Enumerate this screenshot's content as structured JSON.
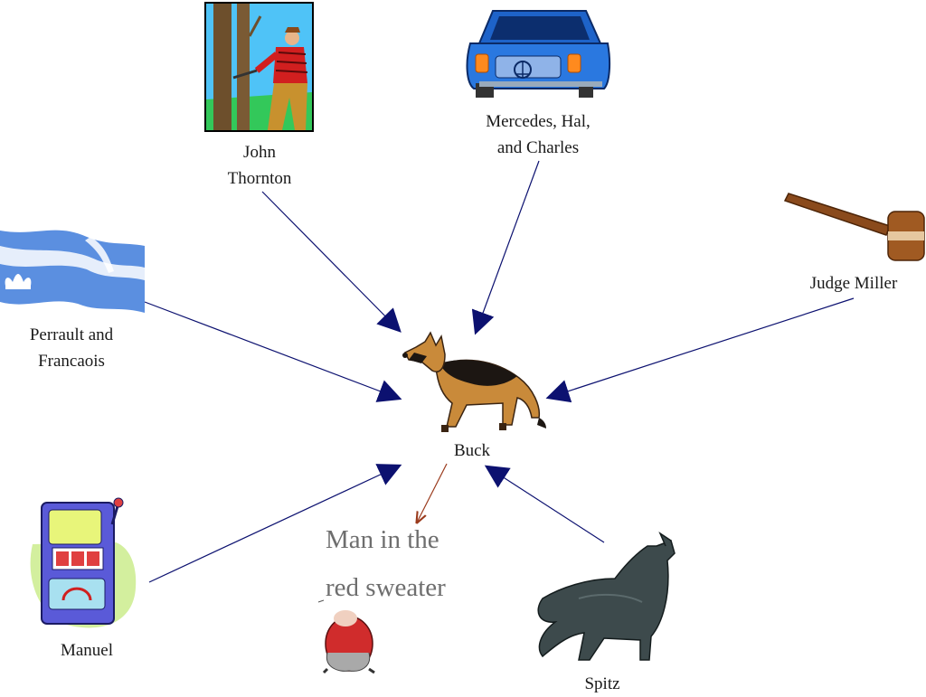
{
  "center": {
    "name": "Buck",
    "icon": "german-shepherd-dog-icon"
  },
  "characters": [
    {
      "id": "john-thornton",
      "lines": [
        "John",
        "Thornton"
      ],
      "icon": "lumberjack-icon"
    },
    {
      "id": "mercedes-hal-charles",
      "lines": [
        "Mercedes, Hal,",
        "and Charles"
      ],
      "icon": "blue-car-icon"
    },
    {
      "id": "judge-miller",
      "lines": [
        "Judge Miller"
      ],
      "icon": "gavel-icon"
    },
    {
      "id": "perrault-francaois",
      "lines": [
        "Perrault and",
        "Francaois"
      ],
      "icon": "quebec-flag-icon"
    },
    {
      "id": "manuel",
      "lines": [
        "Manuel"
      ],
      "icon": "slot-machine-icon"
    },
    {
      "id": "spitz",
      "lines": [
        "Spitz"
      ],
      "icon": "howling-wolf-icon"
    }
  ],
  "annotation": {
    "lines": [
      "Man in the",
      "red sweater"
    ],
    "icon": "red-sweater-man-icon"
  },
  "colors": {
    "arrow": "#0c1170",
    "annotation_arrow": "#9a3a1c",
    "annotation_text": "#6e6e6e",
    "label_text": "#1a1a1a"
  }
}
